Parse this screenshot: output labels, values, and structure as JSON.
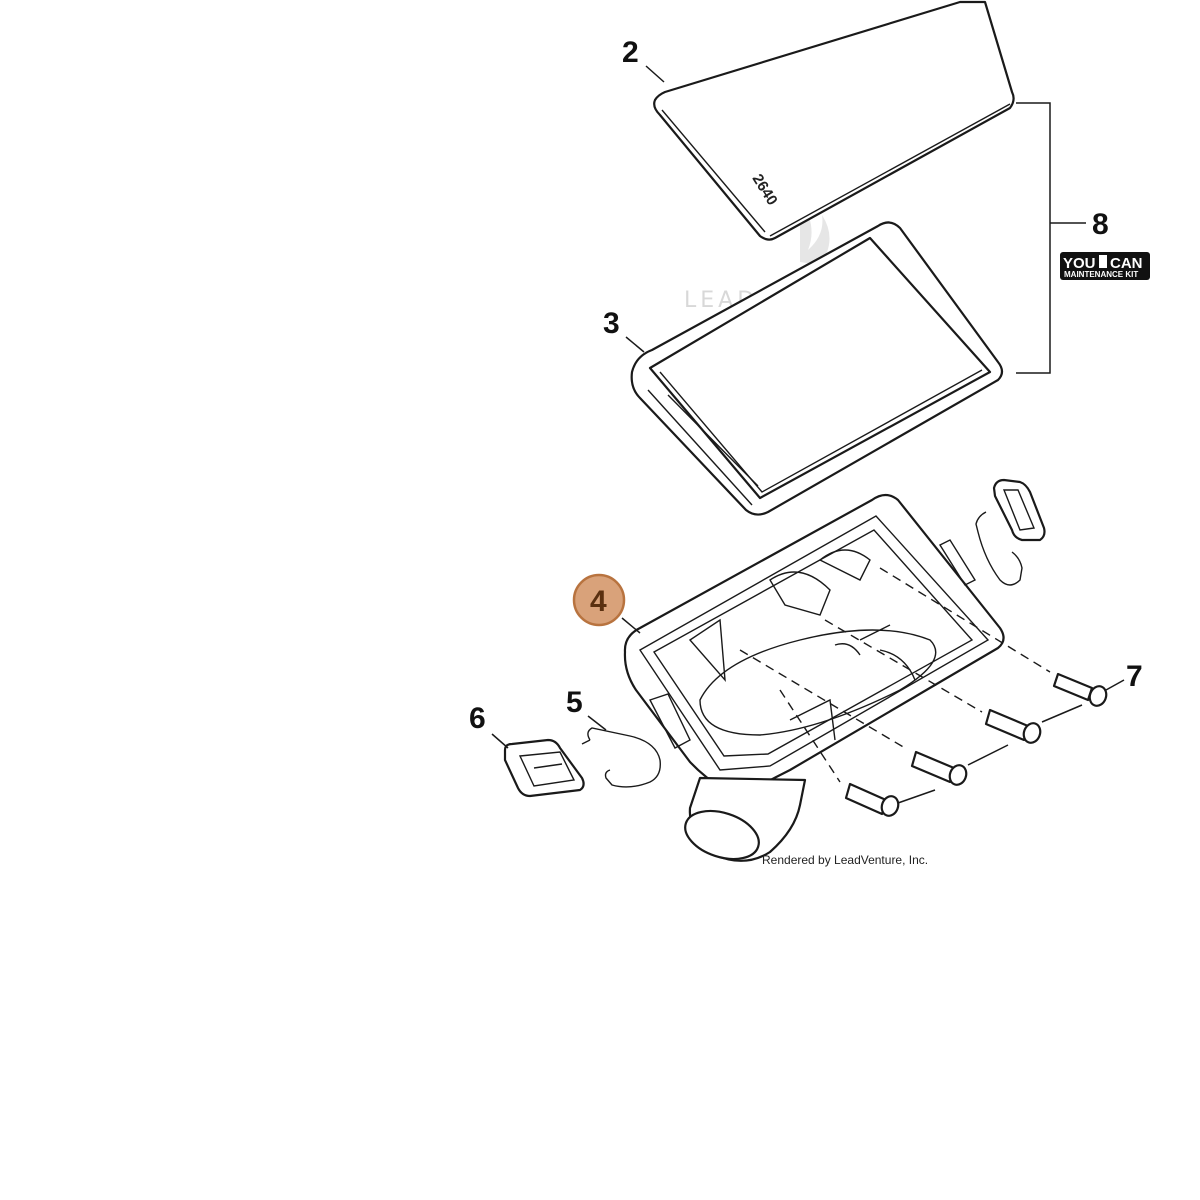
{
  "diagram": {
    "watermark": "LEADVENTURE",
    "credit": "Rendered by LeadVenture, Inc.",
    "filter_stamp": "2640",
    "kit_badge": {
      "line1_left": "YOU",
      "line1_right": "CAN",
      "line2": "MAINTENANCE KIT"
    },
    "callouts": {
      "c2": "2",
      "c3": "3",
      "c4": "4",
      "c5": "5",
      "c6": "6",
      "c7": "7",
      "c8": "8"
    },
    "highlight_color": "#d9a27a",
    "highlight_stroke": "#b8733f"
  }
}
